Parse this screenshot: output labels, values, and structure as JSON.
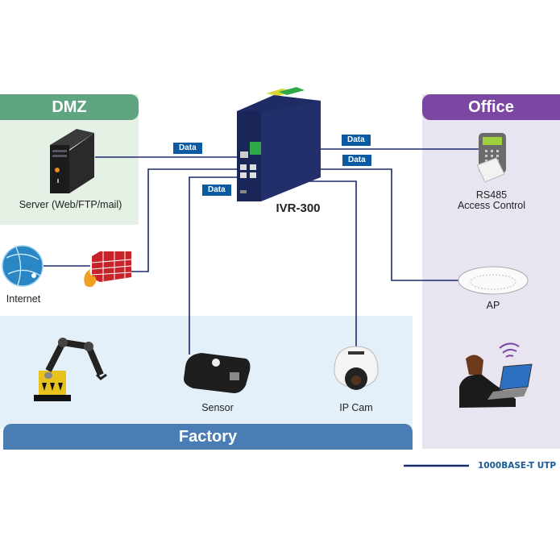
{
  "zones": {
    "dmz": {
      "title": "DMZ",
      "header_color": "#5fa57f",
      "bg_color": "#e5f1e5"
    },
    "office": {
      "title": "Office",
      "header_color": "#7b47a3",
      "bg_color": "#e8e4f0"
    },
    "factory": {
      "title": "Factory",
      "header_color": "#4a7db4",
      "bg_color": "#e4f0f9"
    }
  },
  "devices": {
    "server": {
      "label": "Server (Web/FTP/mail)"
    },
    "router": {
      "label": "IVR-300"
    },
    "access_control": {
      "label_line1": "RS485",
      "label_line2": "Access Control"
    },
    "internet": {
      "label": "Internet"
    },
    "firewall": {
      "label": ""
    },
    "ap": {
      "label": "AP"
    },
    "sensor": {
      "label": "Sensor"
    },
    "ipcam": {
      "label": "IP Cam"
    },
    "robot_arm": {
      "label": ""
    },
    "laptop_user": {
      "label": ""
    }
  },
  "data_tags": [
    "Data",
    "Data",
    "Data",
    "Data"
  ],
  "link_color": "#1c2a6e",
  "legend": {
    "line_label": "1000BASE-T UTP"
  }
}
